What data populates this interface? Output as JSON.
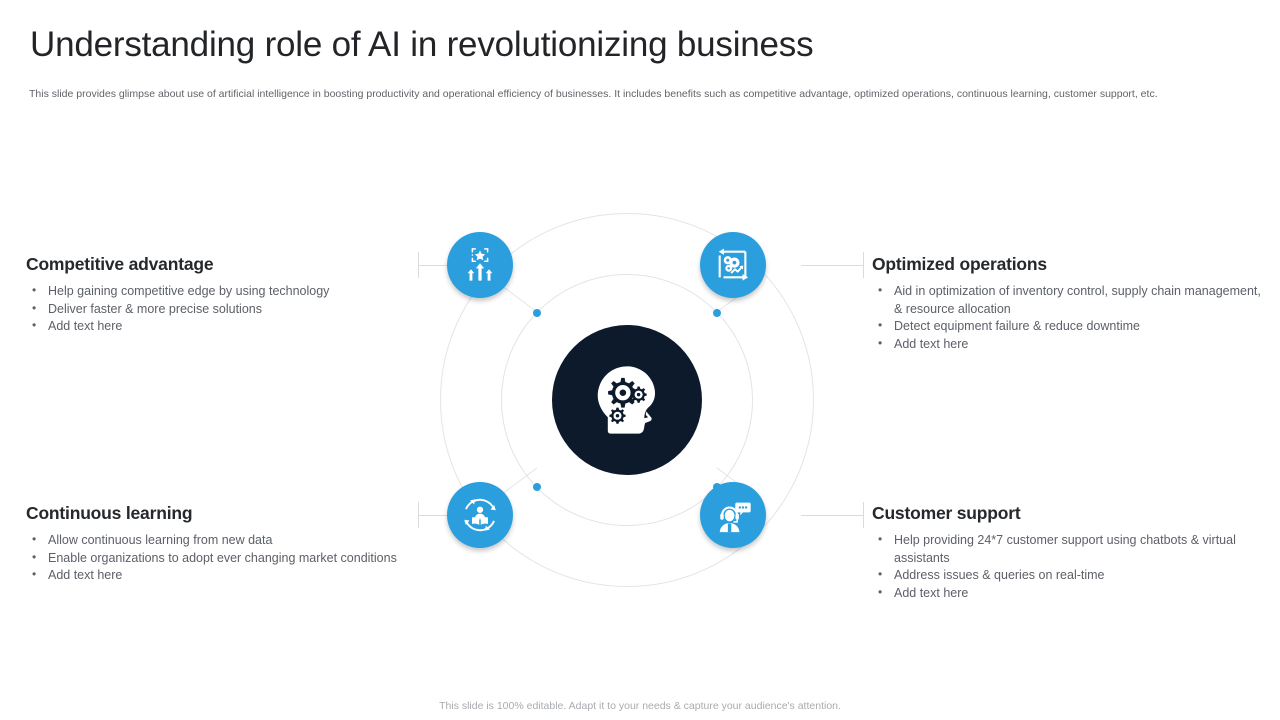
{
  "slide": {
    "title": "Understanding role of AI in revolutionizing business",
    "subtitle": "This slide provides glimpse about use of artificial intelligence in boosting productivity and operational efficiency of businesses. It includes benefits such as competitive advantage, optimized operations, continuous learning, customer support, etc.",
    "footer": "This slide is 100% editable. Adapt it to your needs & capture your audience's attention."
  },
  "colors": {
    "accent_blue": "#2b9fdd",
    "center_dark": "#0c1a2c",
    "ring_gray": "#e2e4e7",
    "heading": "#25282c",
    "body_text": "#5c6067",
    "footer_text": "#a8abaf"
  },
  "center": {
    "icon": "ai-head-gears-icon"
  },
  "nodes": [
    {
      "id": "competitive-advantage",
      "icon": "growth-arrows-star-icon",
      "position": "top-left"
    },
    {
      "id": "optimized-operations",
      "icon": "gears-chart-arrows-icon",
      "position": "top-right"
    },
    {
      "id": "continuous-learning",
      "icon": "person-reading-cycle-icon",
      "position": "bottom-left"
    },
    {
      "id": "customer-support",
      "icon": "headset-agent-chat-icon",
      "position": "bottom-right"
    }
  ],
  "blocks": {
    "competitive_advantage": {
      "heading": "Competitive advantage",
      "bullets": [
        "Help gaining competitive edge by using technology",
        "Deliver faster & more precise solutions",
        "Add text here"
      ]
    },
    "optimized_operations": {
      "heading": "Optimized operations",
      "bullets": [
        "Aid in optimization of inventory control, supply chain management, & resource allocation",
        "Detect equipment failure & reduce downtime",
        "Add text here"
      ]
    },
    "continuous_learning": {
      "heading": "Continuous learning",
      "bullets": [
        "Allow continuous learning from new data",
        "Enable organizations to adopt ever changing market conditions",
        "Add text here"
      ]
    },
    "customer_support": {
      "heading": "Customer support",
      "bullets": [
        "Help providing 24*7 customer support using chatbots & virtual assistants",
        "Address issues & queries on real-time",
        "Add text here"
      ]
    }
  }
}
